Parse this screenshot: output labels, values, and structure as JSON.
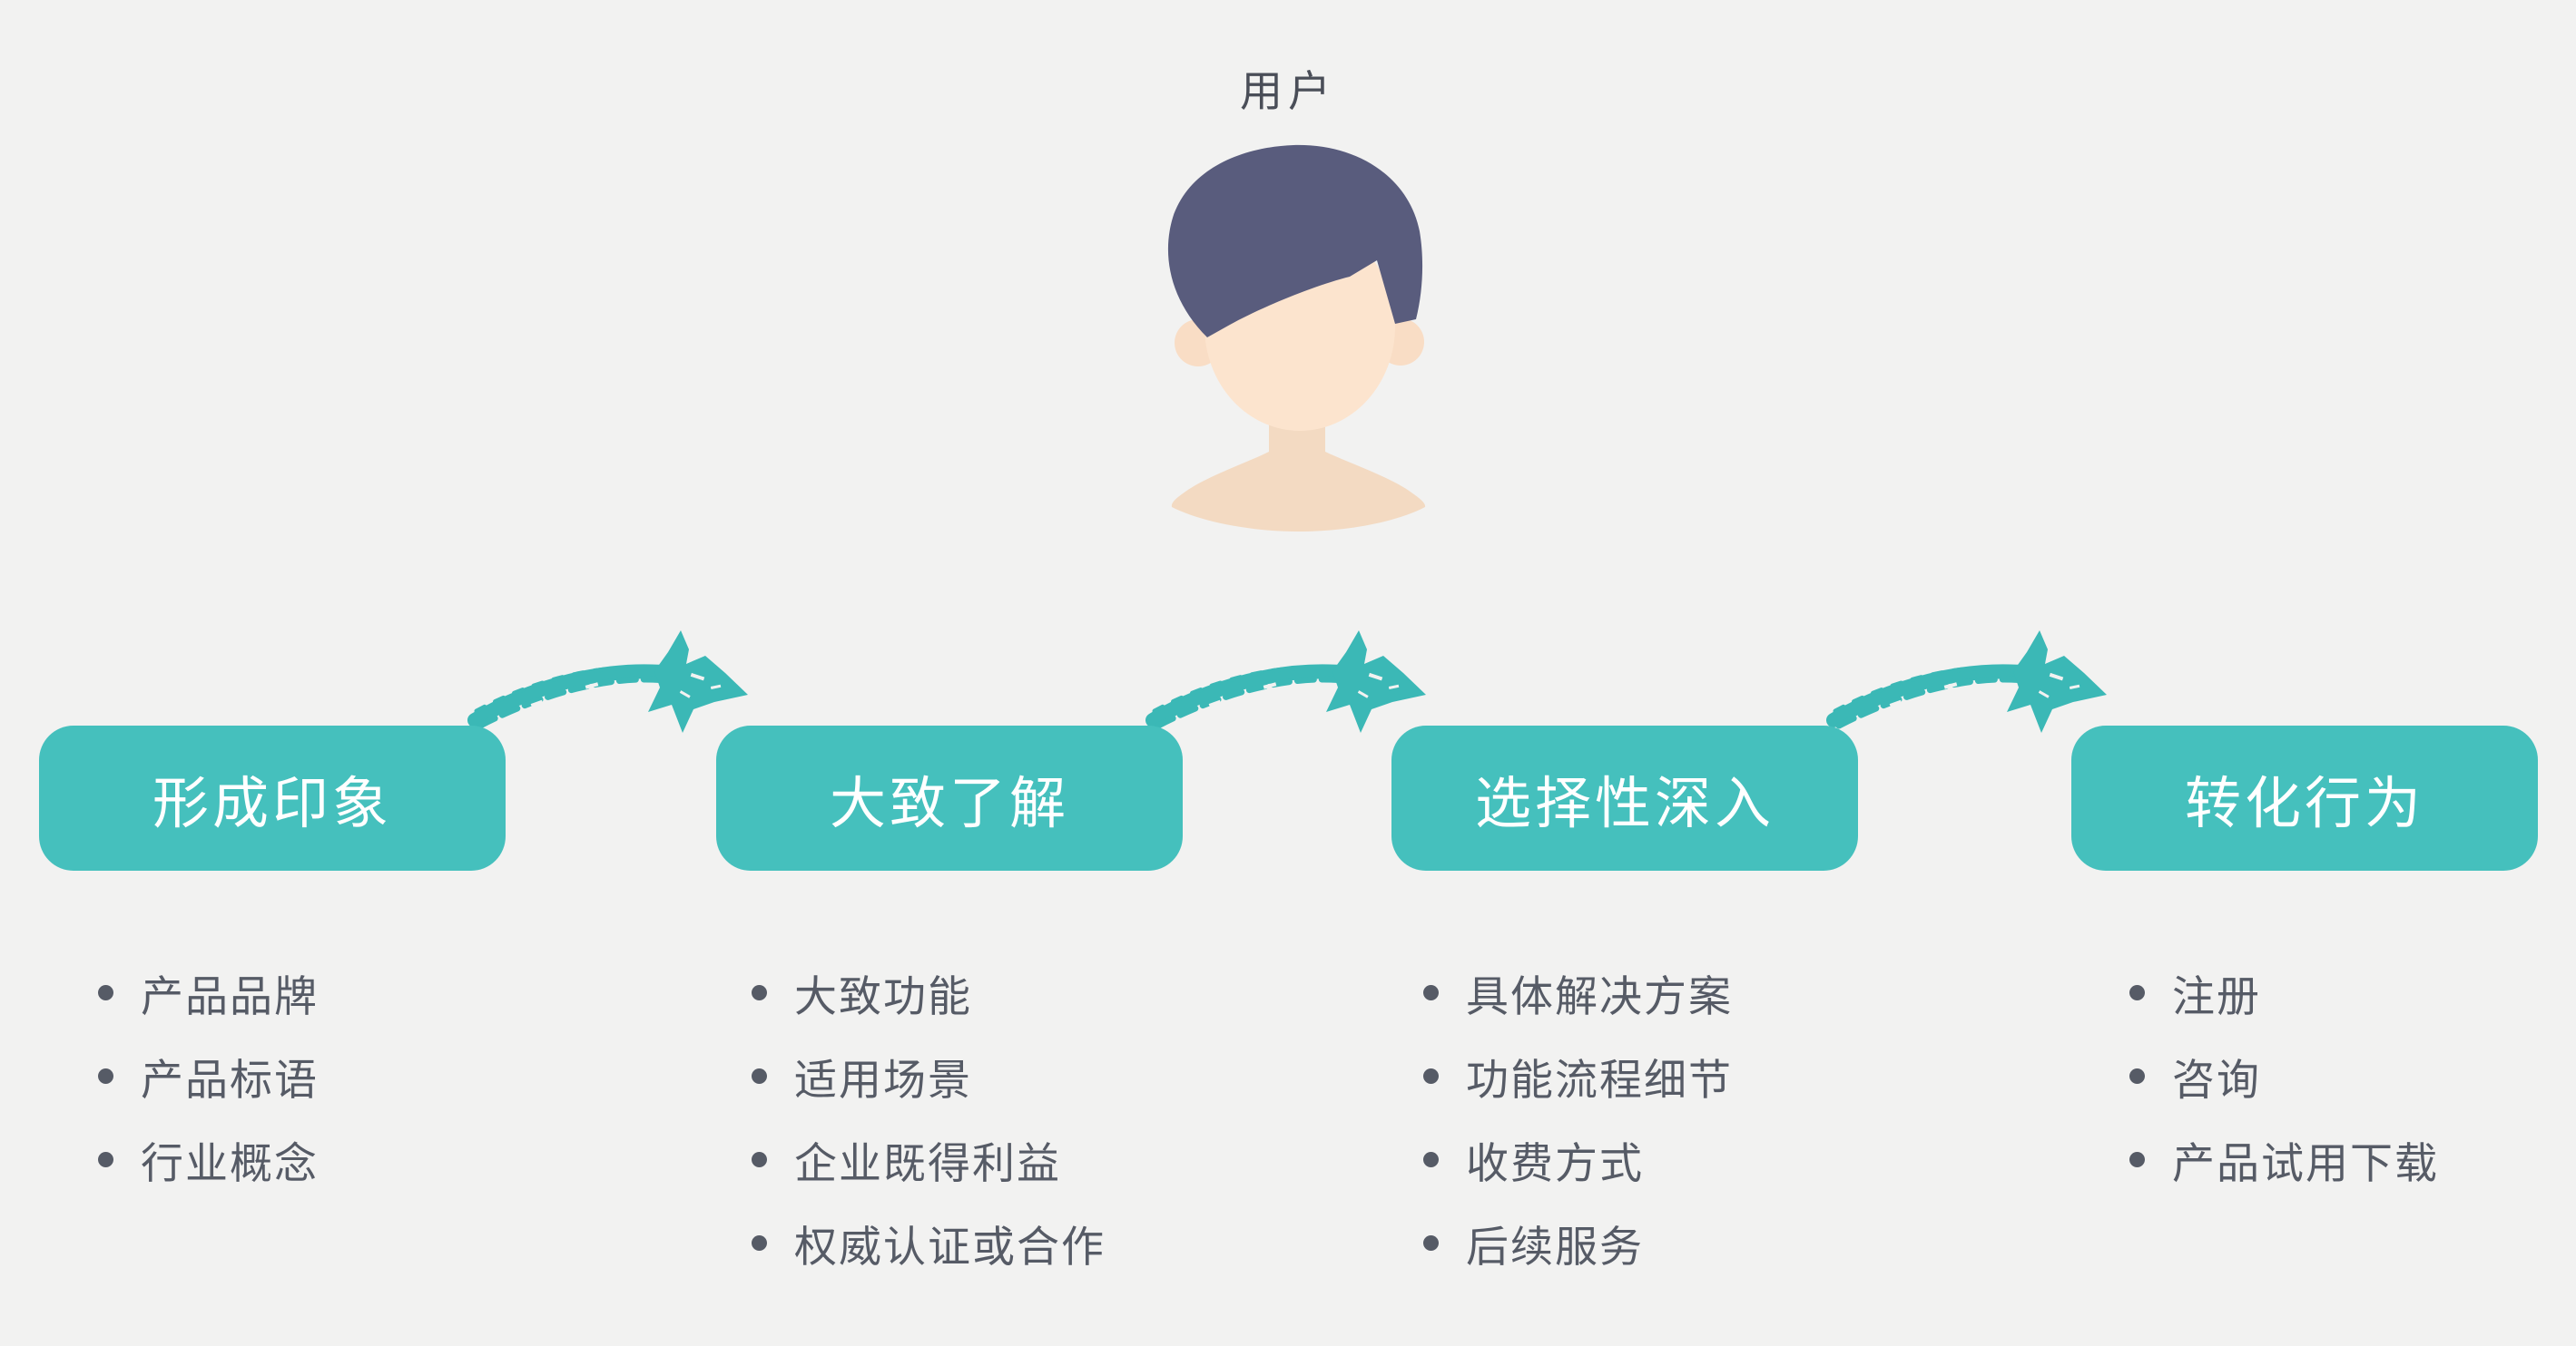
{
  "diagram": {
    "title": "用户",
    "background_color": "#f2f2f1",
    "stage_color": "#45c0bd",
    "arrow_color": "#3bb8b6",
    "text_color": "#565b66",
    "title_color": "#4a4e58",
    "stage_label_color": "#ffffff",
    "avatar": {
      "hair_color": "#595c7d",
      "face_color": "#fce4ce",
      "body_color": "#f3dac2",
      "ear_color": "#f9ddc5"
    },
    "stages": [
      {
        "label": "形成印象",
        "items": [
          "产品品牌",
          "产品标语",
          "行业概念"
        ]
      },
      {
        "label": "大致了解",
        "items": [
          "大致功能",
          "适用场景",
          "企业既得利益",
          "权威认证或合作"
        ]
      },
      {
        "label": "选择性深入",
        "items": [
          "具体解决方案",
          "功能流程细节",
          "收费方式",
          "后续服务"
        ]
      },
      {
        "label": "转化行为",
        "items": [
          "注册",
          "咨询",
          "产品试用下载"
        ]
      }
    ]
  }
}
